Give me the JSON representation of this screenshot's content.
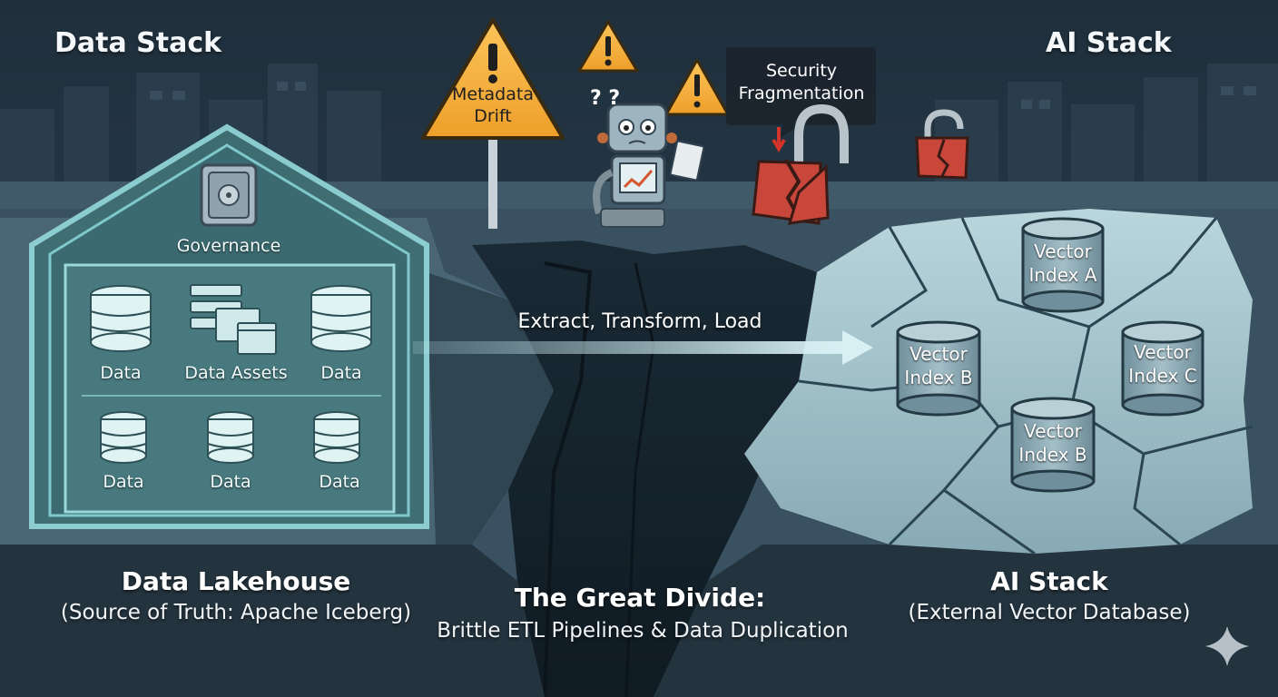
{
  "header": {
    "left_title": "Data Stack",
    "right_title": "AI Stack"
  },
  "lakehouse": {
    "governance_label": "Governance",
    "row1": [
      "Data",
      "Data Assets",
      "Data"
    ],
    "row2": [
      "Data",
      "Data",
      "Data"
    ],
    "caption_title": "Data Lakehouse",
    "caption_sub": "(Source of Truth: Apache Iceberg)"
  },
  "divide": {
    "pipeline_label": "Extract, Transform, Load",
    "caption_title": "The Great Divide:",
    "caption_sub": "Brittle ETL Pipelines & Data Duplication"
  },
  "warnings": {
    "metadata_line1": "Metadata",
    "metadata_line2": "Drift",
    "security_line1": "Security",
    "security_line2": "Fragmentation",
    "robot_marks": "? ?"
  },
  "ai_stack": {
    "indexes": [
      {
        "line1": "Vector",
        "line2": "Index A"
      },
      {
        "line1": "Vector",
        "line2": "Index B"
      },
      {
        "line1": "Vector",
        "line2": "Index C"
      },
      {
        "line1": "Vector",
        "line2": "Index B"
      }
    ],
    "caption_title": "AI Stack",
    "caption_sub": "(External Vector Database)"
  },
  "icons": [
    "safe-icon",
    "database-icon",
    "window-stack-icon",
    "warning-icon",
    "broken-lock-icon",
    "robot-icon",
    "sparkle-icon"
  ],
  "colors": {
    "teal": "#8fd3d6",
    "ice": "#a9c8d0",
    "warning": "#f6b13f",
    "lock": "#c8463a",
    "background": "#1f2f3c"
  }
}
